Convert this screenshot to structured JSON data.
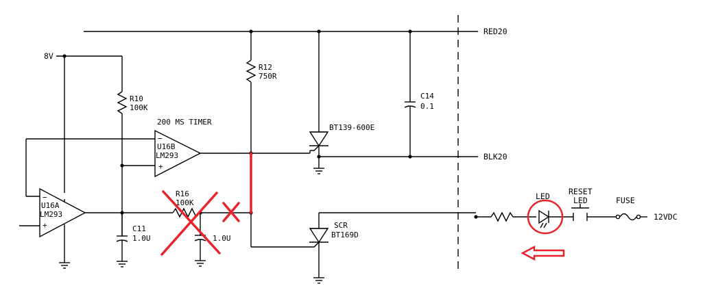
{
  "labels": {
    "net_red": "RED20",
    "net_blk": "BLK20",
    "supply": "8V",
    "input_12v": "12VDC",
    "r10_ref": "R10",
    "r10_val": "100K",
    "r12_ref": "R12",
    "r12_val": "750R",
    "r16_ref": "R16",
    "r16_val": "100K",
    "c14_ref": "C14",
    "c14_val": "0.1",
    "c11_ref": "C11",
    "c11_val": "1.0U",
    "c_removed_val": "1.0U",
    "timer": "200 MS TIMER",
    "u16b_ref": "U16B",
    "u16b_part": "LM293",
    "u16a_ref": "U16A",
    "u16a_part": "LM293",
    "triac_part": "BT139-600E",
    "scr_ref": "SCR",
    "scr_part": "BT169D",
    "led": "LED",
    "reset_line1": "RESET",
    "reset_line2": "LED",
    "fuse": "FUSE",
    "minus": "−",
    "plus": "+"
  },
  "colors": {
    "wire": "#000000",
    "markup": "#e8232a"
  }
}
